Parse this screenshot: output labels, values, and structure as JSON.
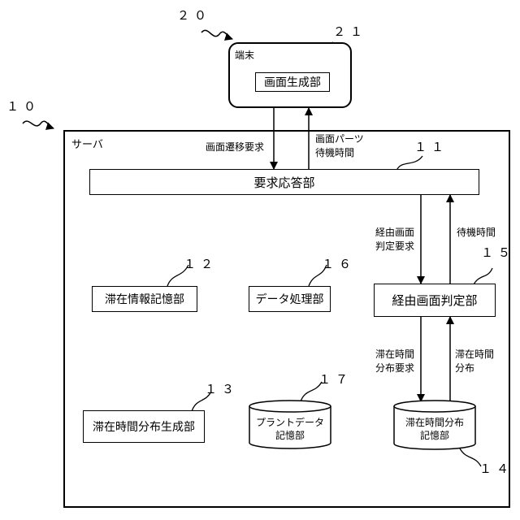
{
  "refs": {
    "r20": "２０",
    "r21": "２１",
    "r10": "１０",
    "r11": "１１",
    "r12": "１２",
    "r16": "１６",
    "r15": "１５",
    "r13": "１３",
    "r17": "１７",
    "r14": "１４"
  },
  "terminal": {
    "label": "端末",
    "screen_generator": "画面生成部"
  },
  "server": {
    "label": "サーバ",
    "request_response": "要求応答部",
    "dwell_info_storage": "滞在情報記憶部",
    "data_processing": "データ処理部",
    "via_screen_judgment": "経由画面判定部",
    "dwell_dist_generation": "滞在時間分布生成部",
    "plant_data_storage": "プラントデータ\n記憶部",
    "dwell_dist_storage": "滞在時間分布\n記憶部"
  },
  "arrows": {
    "screen_transition_request": "画面遷移要求",
    "screen_parts_wait_line1": "画面パーツ",
    "screen_parts_wait_line2": "待機時間",
    "via_judgment_req_line1": "経由画面",
    "via_judgment_req_line2": "判定要求",
    "wait_time": "待機時間",
    "dist_request_line1": "滞在時間",
    "dist_request_line2": "分布要求",
    "dist_line1": "滞在時間",
    "dist_line2": "分布"
  },
  "colors": {
    "line": "#000000",
    "background": "#ffffff"
  }
}
